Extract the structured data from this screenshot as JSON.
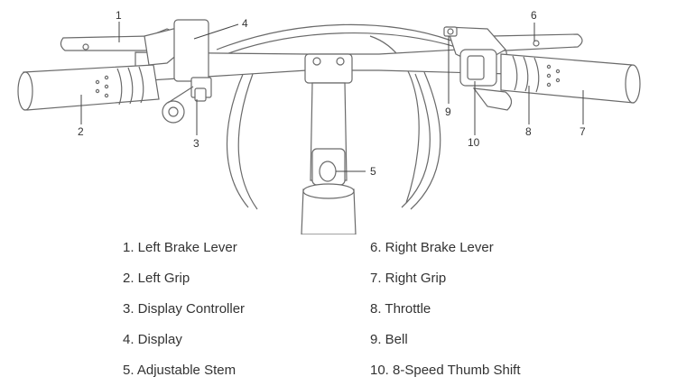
{
  "callouts": {
    "c1": "1",
    "c2": "2",
    "c3": "3",
    "c4": "4",
    "c5": "5",
    "c6": "6",
    "c7": "7",
    "c8": "8",
    "c9": "9",
    "c10": "10"
  },
  "legend": {
    "left": [
      "1. Left Brake Lever",
      "2. Left Grip",
      "3. Display Controller",
      "4. Display",
      "5. Adjustable Stem"
    ],
    "right": [
      "6. Right Brake Lever",
      "7. Right Grip",
      "8. Throttle",
      "9. Bell",
      "10. 8-Speed Thumb Shift"
    ]
  }
}
